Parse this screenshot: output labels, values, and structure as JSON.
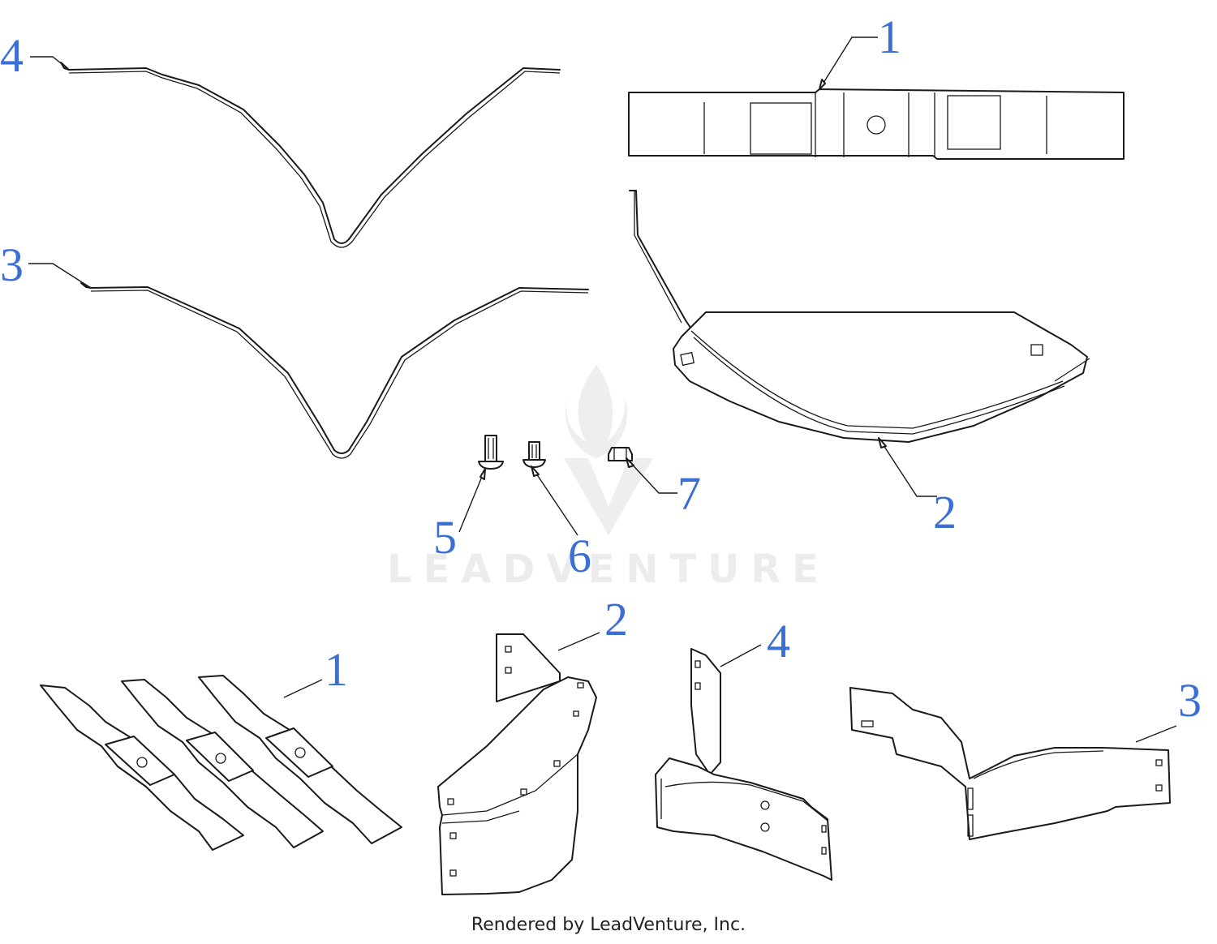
{
  "watermark": {
    "text": "LEADVENTURE"
  },
  "callouts": [
    {
      "id": "c4-top",
      "label": "4"
    },
    {
      "id": "c1-top",
      "label": "1"
    },
    {
      "id": "c3-mid",
      "label": "3"
    },
    {
      "id": "c2-mid",
      "label": "2"
    },
    {
      "id": "c5",
      "label": "5"
    },
    {
      "id": "c6",
      "label": "6"
    },
    {
      "id": "c7",
      "label": "7"
    },
    {
      "id": "c2-bot",
      "label": "2"
    },
    {
      "id": "c4-bot",
      "label": "4"
    },
    {
      "id": "c1-bot",
      "label": "1"
    },
    {
      "id": "c3-bot",
      "label": "3"
    }
  ],
  "footer": {
    "text": "Rendered by LeadVenture, Inc."
  },
  "colors": {
    "callout": "#3b6fd6",
    "line": "#1a1a1a",
    "watermark": "#ececec"
  }
}
